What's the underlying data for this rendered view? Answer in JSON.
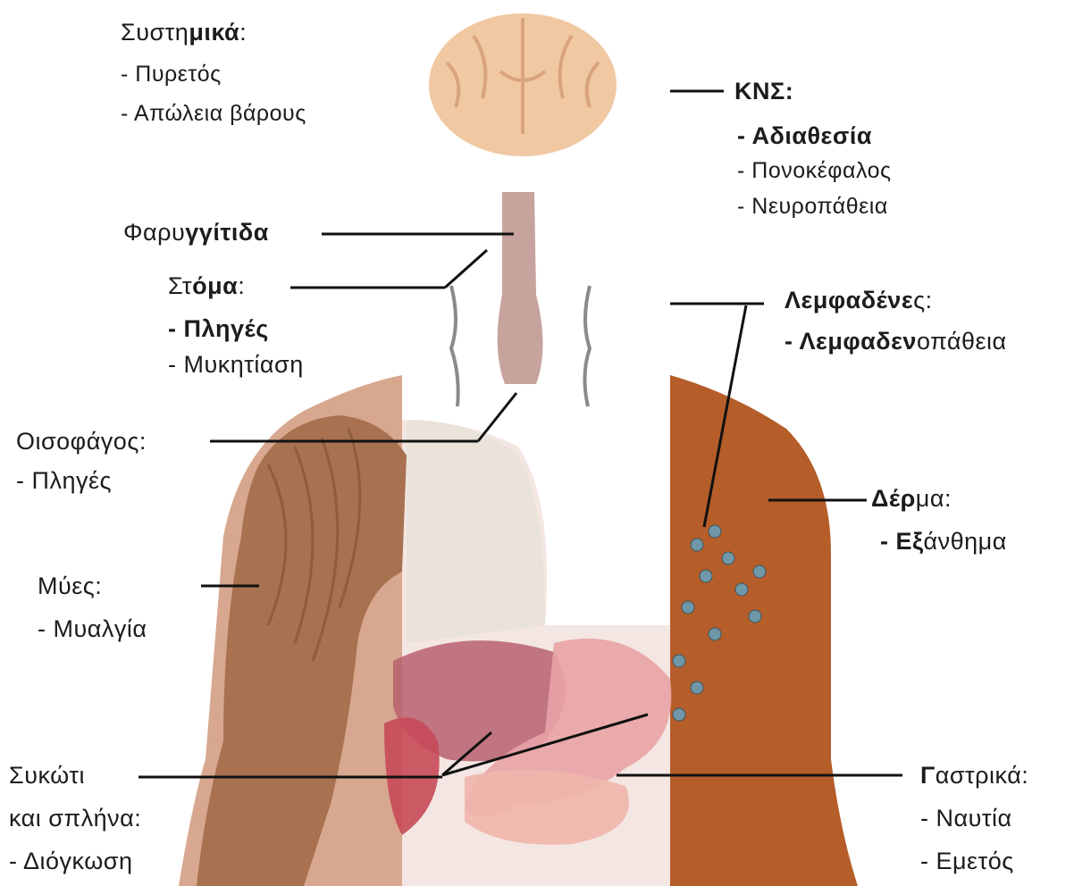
{
  "labels": {
    "systemic": {
      "title_plain": "Συστη",
      "title_bold": "μικά",
      "title_plain2": ":",
      "items": [
        "- Πυρετός",
        "- Απώλεια βάρους"
      ]
    },
    "cns": {
      "title": "ΚΝΣ:",
      "items": [
        "- Αδιαθεσία",
        "- Πονοκέφαλος",
        "- Νευροπάθεια"
      ]
    },
    "pharyngitis": {
      "plain": "Φαρυ",
      "bold": "γγίτιδα"
    },
    "mouth": {
      "title_plain": "Στ",
      "title_bold": "όμα",
      "title_plain2": ":",
      "items": [
        "- Πληγές",
        "- Μυκητίαση"
      ]
    },
    "lymph": {
      "title_bold": "Λεμφαδένε",
      "title_plain": "ς:",
      "item_bold": "- Λεμφαδεν",
      "item_plain": "οπάθεια"
    },
    "esophagus": {
      "title": "Οισοφάγος:",
      "items": [
        "- Πληγές"
      ]
    },
    "skin": {
      "title_bold": "Δέρ",
      "title_plain": "μα:",
      "item_bold": "- Εξ",
      "item_plain": "άνθημα"
    },
    "muscles": {
      "title": "Μύες:",
      "items": [
        "- Μυαλγία"
      ]
    },
    "liver_spleen": {
      "lines": [
        "Συκώτι",
        "και σπλήνα:",
        "- Διόγκωση"
      ]
    },
    "gastric": {
      "title_bold": "Γ",
      "title_plain": "αστρικά:",
      "items": [
        "- Ναυτία",
        "- Εμετός"
      ]
    }
  },
  "colors": {
    "skin_left": "#d7a78f",
    "skin_right": "#b55e2a",
    "muscle": "#a8714f",
    "lung": "#e8dcd0",
    "organs": "#d98a8a",
    "brain": "#f0c8a2",
    "line": "#111111"
  }
}
